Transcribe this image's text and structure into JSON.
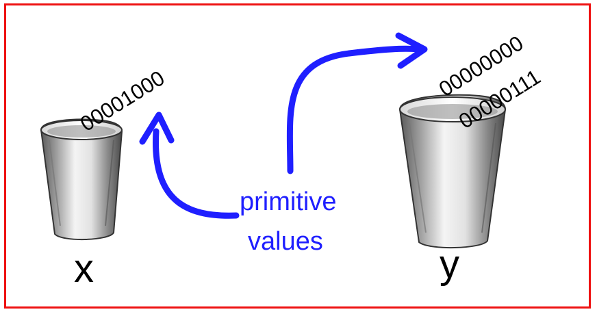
{
  "variables": [
    {
      "name": "x",
      "bits": [
        "00001000"
      ]
    },
    {
      "name": "y",
      "bits": [
        "00000000",
        "00000111"
      ]
    }
  ],
  "annotation": {
    "line1": "primitive",
    "line2": "values"
  },
  "colors": {
    "frame": "#ee1111",
    "arrows": "#1f1fff",
    "label_text": "#1f1fff",
    "bit_text": "#000000"
  },
  "icons": [
    "cup-icon-x",
    "cup-icon-y",
    "arrow-to-x-icon",
    "arrow-to-y-icon"
  ]
}
